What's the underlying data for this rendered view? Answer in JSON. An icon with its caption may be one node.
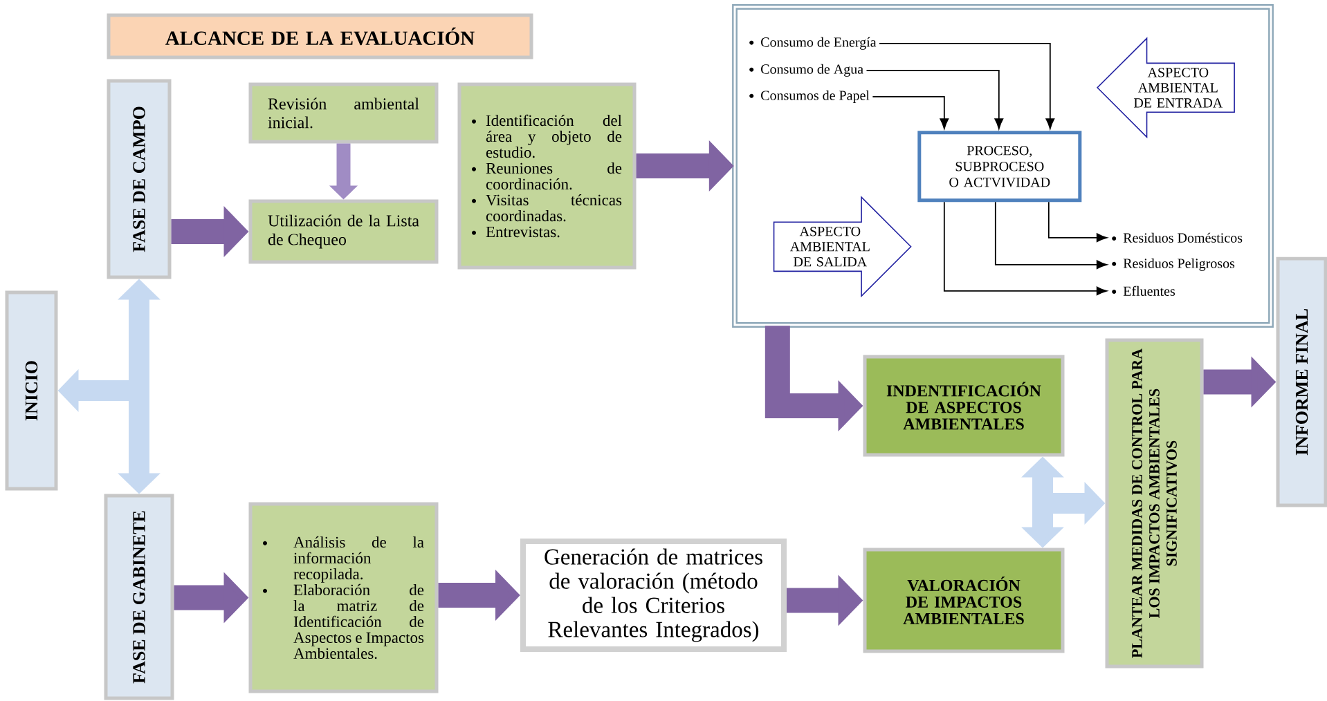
{
  "diagram": {
    "nodes": [
      {
        "text": [
          "ALCANCE DE LA EVALUACIÓN"
        ]
      },
      {
        "text": [
          "FASE DE CAMPO"
        ]
      },
      {
        "text": [
          "Revisión ambiental inicial."
        ]
      },
      {
        "text": [
          "Utilización de la Lista de Chequeo"
        ]
      },
      {
        "text": [
          "Identificación del área y objeto de estudio.",
          "Reuniones de coordinación.",
          "Visitas técnicas coordinadas.",
          "Entrevistas."
        ]
      },
      {
        "text": [],
        "shape": "box"
      },
      {
        "text": [
          "Consumo de Energía"
        ],
        "in": 5
      },
      {
        "text": [
          "Consumo de Agua"
        ],
        "in": 5
      },
      {
        "text": [
          "Consumos de Papel"
        ],
        "in": 5
      },
      {
        "text": [
          "ASPECTO AMBIENTAL DE ENTRADA"
        ],
        "in": 5
      },
      {
        "text": [
          "PROCESO, SUBPROCESO O ACTVIVIDAD"
        ],
        "in": 5
      },
      {
        "text": [
          "ASPECTO AMBIENTAL DE SALIDA"
        ],
        "in": 5
      },
      {
        "text": [
          "Residuos Domésticos"
        ],
        "in": 5
      },
      {
        "text": [
          "Residuos Peligrosos"
        ],
        "in": 5
      },
      {
        "text": [
          "Efluentes"
        ],
        "in": 5
      },
      {
        "text": [
          "INICIO"
        ]
      },
      {
        "text": [
          "INDENTIFICACIÓN DE ASPECTOS AMBIENTALES"
        ]
      },
      {
        "text": [
          "PLANTEAR MEDIDAS DE CONTROL PARA LOS IMPACTOS AMBIENTALES SIGNIFICATIVOS"
        ]
      },
      {
        "text": [
          "INFORME FINAL"
        ]
      },
      {
        "text": [
          "FASE DE GABINETE"
        ]
      },
      {
        "text": [
          "Análisis de la información recopilada.",
          "Elaboración de la matriz de Identificación de Aspectos e Impactos Ambientales."
        ]
      },
      {
        "text": [
          "Generación de matrices de valoración (método de los Criterios Relevantes Integrados)"
        ]
      },
      {
        "text": [
          "VALORACIÓN DE IMPACTOS AMBIENTALES"
        ]
      }
    ],
    "edges": [
      {
        "from": 1,
        "to": 19,
        "arrow": "both",
        "color": "#c6d9f1"
      },
      {
        "from": null,
        "to": 15,
        "arrow": "to",
        "color": "#c6d9f1"
      },
      {
        "from": 1,
        "to": 3,
        "arrow": "to",
        "color": "#8064a2"
      },
      {
        "from": 2,
        "to": 3,
        "arrow": "to",
        "color": "#a08cc4"
      },
      {
        "from": 4,
        "to": 5,
        "arrow": "to",
        "color": "#8064a2"
      },
      {
        "from": 6,
        "to": 10,
        "arrow": "to",
        "color": "#000000"
      },
      {
        "from": 7,
        "to": 10,
        "arrow": "to",
        "color": "#000000"
      },
      {
        "from": 8,
        "to": 10,
        "arrow": "to",
        "color": "#000000"
      },
      {
        "from": 10,
        "to": 12,
        "arrow": "to",
        "color": "#000000"
      },
      {
        "from": 10,
        "to": 13,
        "arrow": "to",
        "color": "#000000"
      },
      {
        "from": 10,
        "to": 14,
        "arrow": "to",
        "color": "#000000"
      },
      {
        "from": 5,
        "to": 16,
        "arrow": "to",
        "color": "#8064a2"
      },
      {
        "from": 19,
        "to": 20,
        "arrow": "to",
        "color": "#8064a2"
      },
      {
        "from": 20,
        "to": 21,
        "arrow": "to",
        "color": "#8064a2"
      },
      {
        "from": 21,
        "to": 22,
        "arrow": "to",
        "color": "#8064a2"
      },
      {
        "from": 16,
        "to": 22,
        "arrow": "both",
        "color": "#c6d9f1"
      },
      {
        "from": null,
        "to": 17,
        "arrow": "to",
        "color": "#c6d9f1"
      },
      {
        "from": 17,
        "to": 18,
        "arrow": "to",
        "color": "#8064a2"
      }
    ]
  }
}
